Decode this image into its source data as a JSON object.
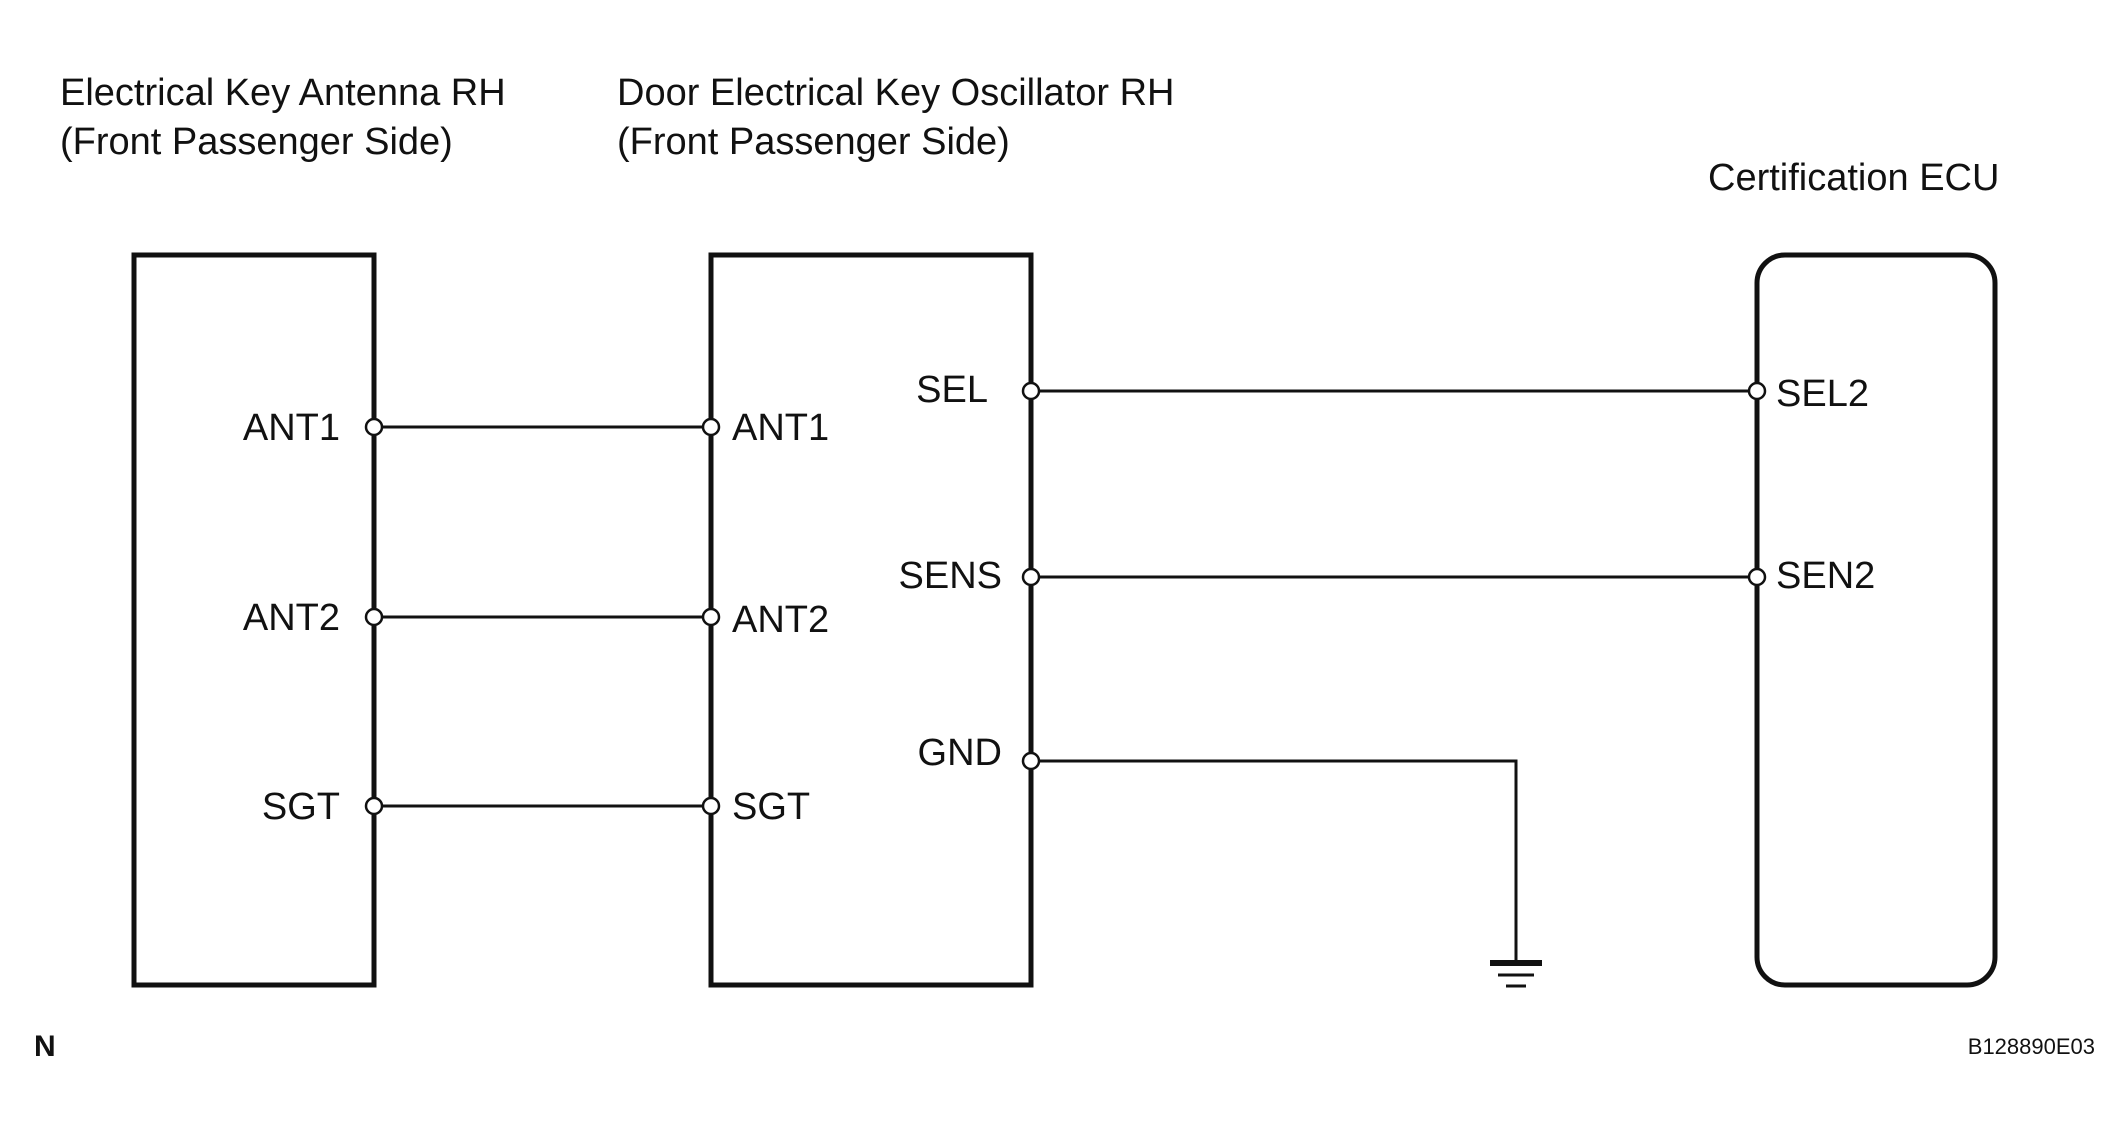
{
  "components": {
    "antenna": {
      "title_line1": "Electrical Key Antenna RH",
      "title_line2": "(Front Passenger Side)",
      "pins": [
        "ANT1",
        "ANT2",
        "SGT"
      ]
    },
    "oscillator": {
      "title_line1": "Door Electrical Key Oscillator RH",
      "title_line2": "(Front Passenger Side)",
      "pins_left": [
        "ANT1",
        "ANT2",
        "SGT"
      ],
      "pins_right": [
        "SEL",
        "SENS",
        "GND"
      ]
    },
    "ecu": {
      "title": "Certification ECU",
      "pins": [
        "SEL2",
        "SEN2"
      ]
    }
  },
  "connections": [
    {
      "from": "antenna.ANT1",
      "to": "oscillator.ANT1"
    },
    {
      "from": "antenna.ANT2",
      "to": "oscillator.ANT2"
    },
    {
      "from": "antenna.SGT",
      "to": "oscillator.SGT"
    },
    {
      "from": "oscillator.SEL",
      "to": "ecu.SEL2"
    },
    {
      "from": "oscillator.SENS",
      "to": "ecu.SEN2"
    },
    {
      "from": "oscillator.GND",
      "to": "ground"
    }
  ],
  "footer": {
    "left_mark": "N",
    "figure_id": "B128890E03"
  }
}
